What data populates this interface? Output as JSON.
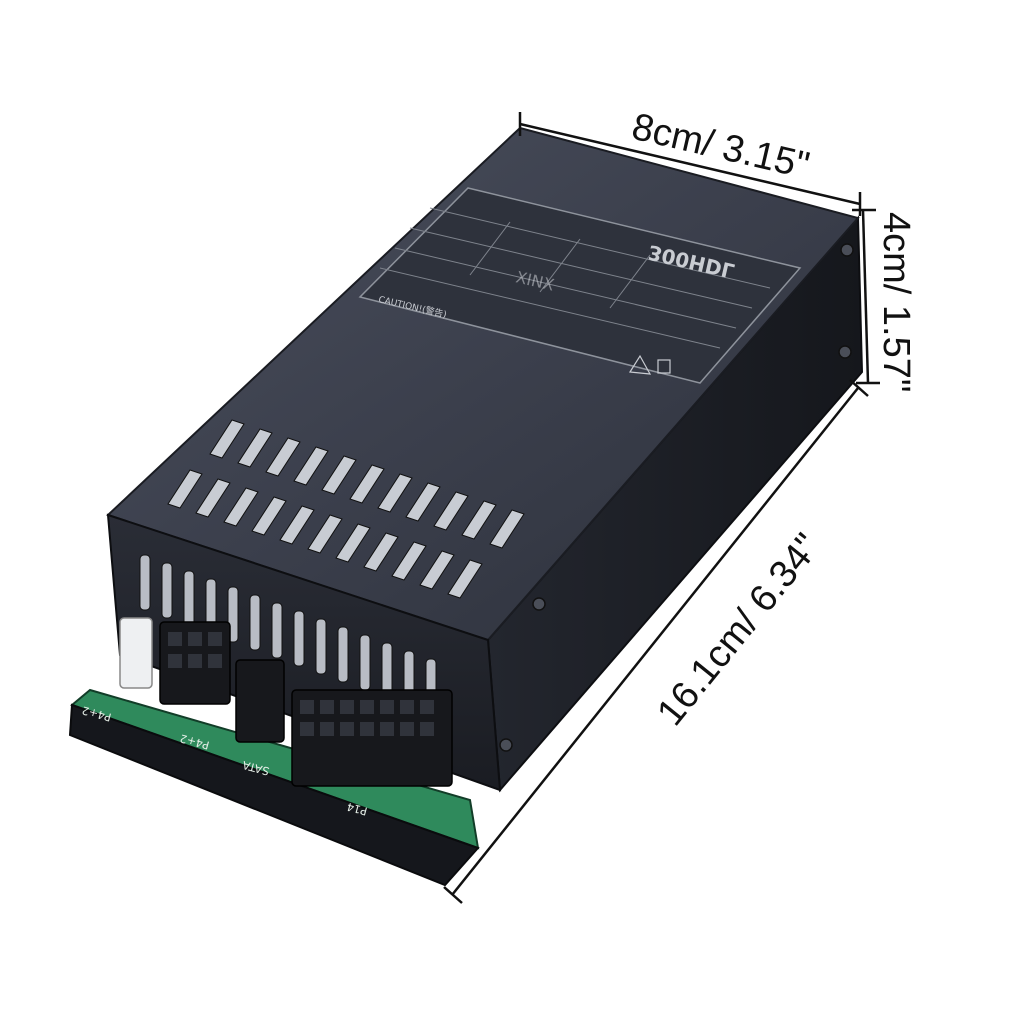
{
  "dimensions": {
    "width": "8cm/ 3.15\"",
    "height": "4cm/ 1.57\"",
    "length": "16.1cm/ 6.34\""
  },
  "label": {
    "model": "300HDL",
    "brand": "XINX",
    "caution": "CAUTION!(警告)"
  },
  "connectors": {
    "p4_2": "P4+2",
    "p4_1": "P4+2",
    "sata": "SATA",
    "p14": "P14"
  },
  "colors": {
    "case_top": "#3a3e4a",
    "case_side": "#20232b",
    "pcb": "#2f8a5c",
    "dimension_line": "#111111"
  }
}
